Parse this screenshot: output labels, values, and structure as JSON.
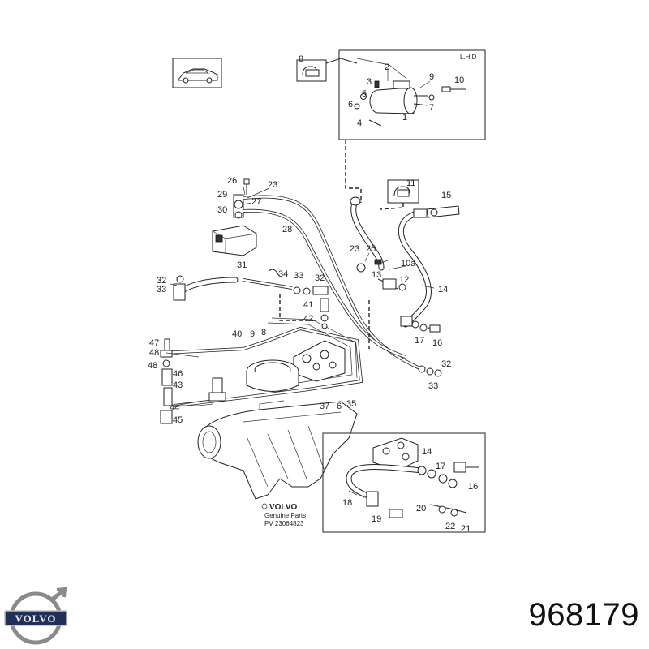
{
  "inset_top": {
    "label": "L.H.D"
  },
  "genuine": {
    "brand": "VOLVO",
    "line1": "Genuine Parts",
    "line2": "PV 23064823"
  },
  "logo": {
    "text": "VOLVO"
  },
  "part_number": "968179",
  "callouts": {
    "c8": "8",
    "c2": "2",
    "c9": "9",
    "c10": "10",
    "c3": "3",
    "c5": "5",
    "c6": "6",
    "c7": "7",
    "c1": "1",
    "c4": "4",
    "c26": "26",
    "c23a": "23",
    "c29": "29",
    "c27": "27",
    "c30": "30",
    "c28": "28",
    "c11": "11",
    "c15": "15",
    "c23b": "23",
    "c25": "25",
    "c10a": "10a",
    "c13": "13",
    "c12": "12",
    "c14a": "14",
    "c31": "31",
    "c32a": "32",
    "c33a": "33",
    "c34": "34",
    "c33b": "33",
    "c32b": "32",
    "c41": "41",
    "c42": "42",
    "c40": "40",
    "c9b": "9",
    "c8b": "8",
    "c47": "47",
    "c48a": "48",
    "c48b": "48",
    "c46": "46",
    "c43": "43",
    "c44": "44",
    "c45": "45",
    "c37": "37",
    "c6b": "6",
    "c35": "35",
    "c17a": "17",
    "c16a": "16",
    "c32c": "32",
    "c33c": "33",
    "c14b": "14",
    "c17b": "17",
    "c16b": "16",
    "c18": "18",
    "c19": "19",
    "c20": "20",
    "c21": "21",
    "c22": "22"
  }
}
